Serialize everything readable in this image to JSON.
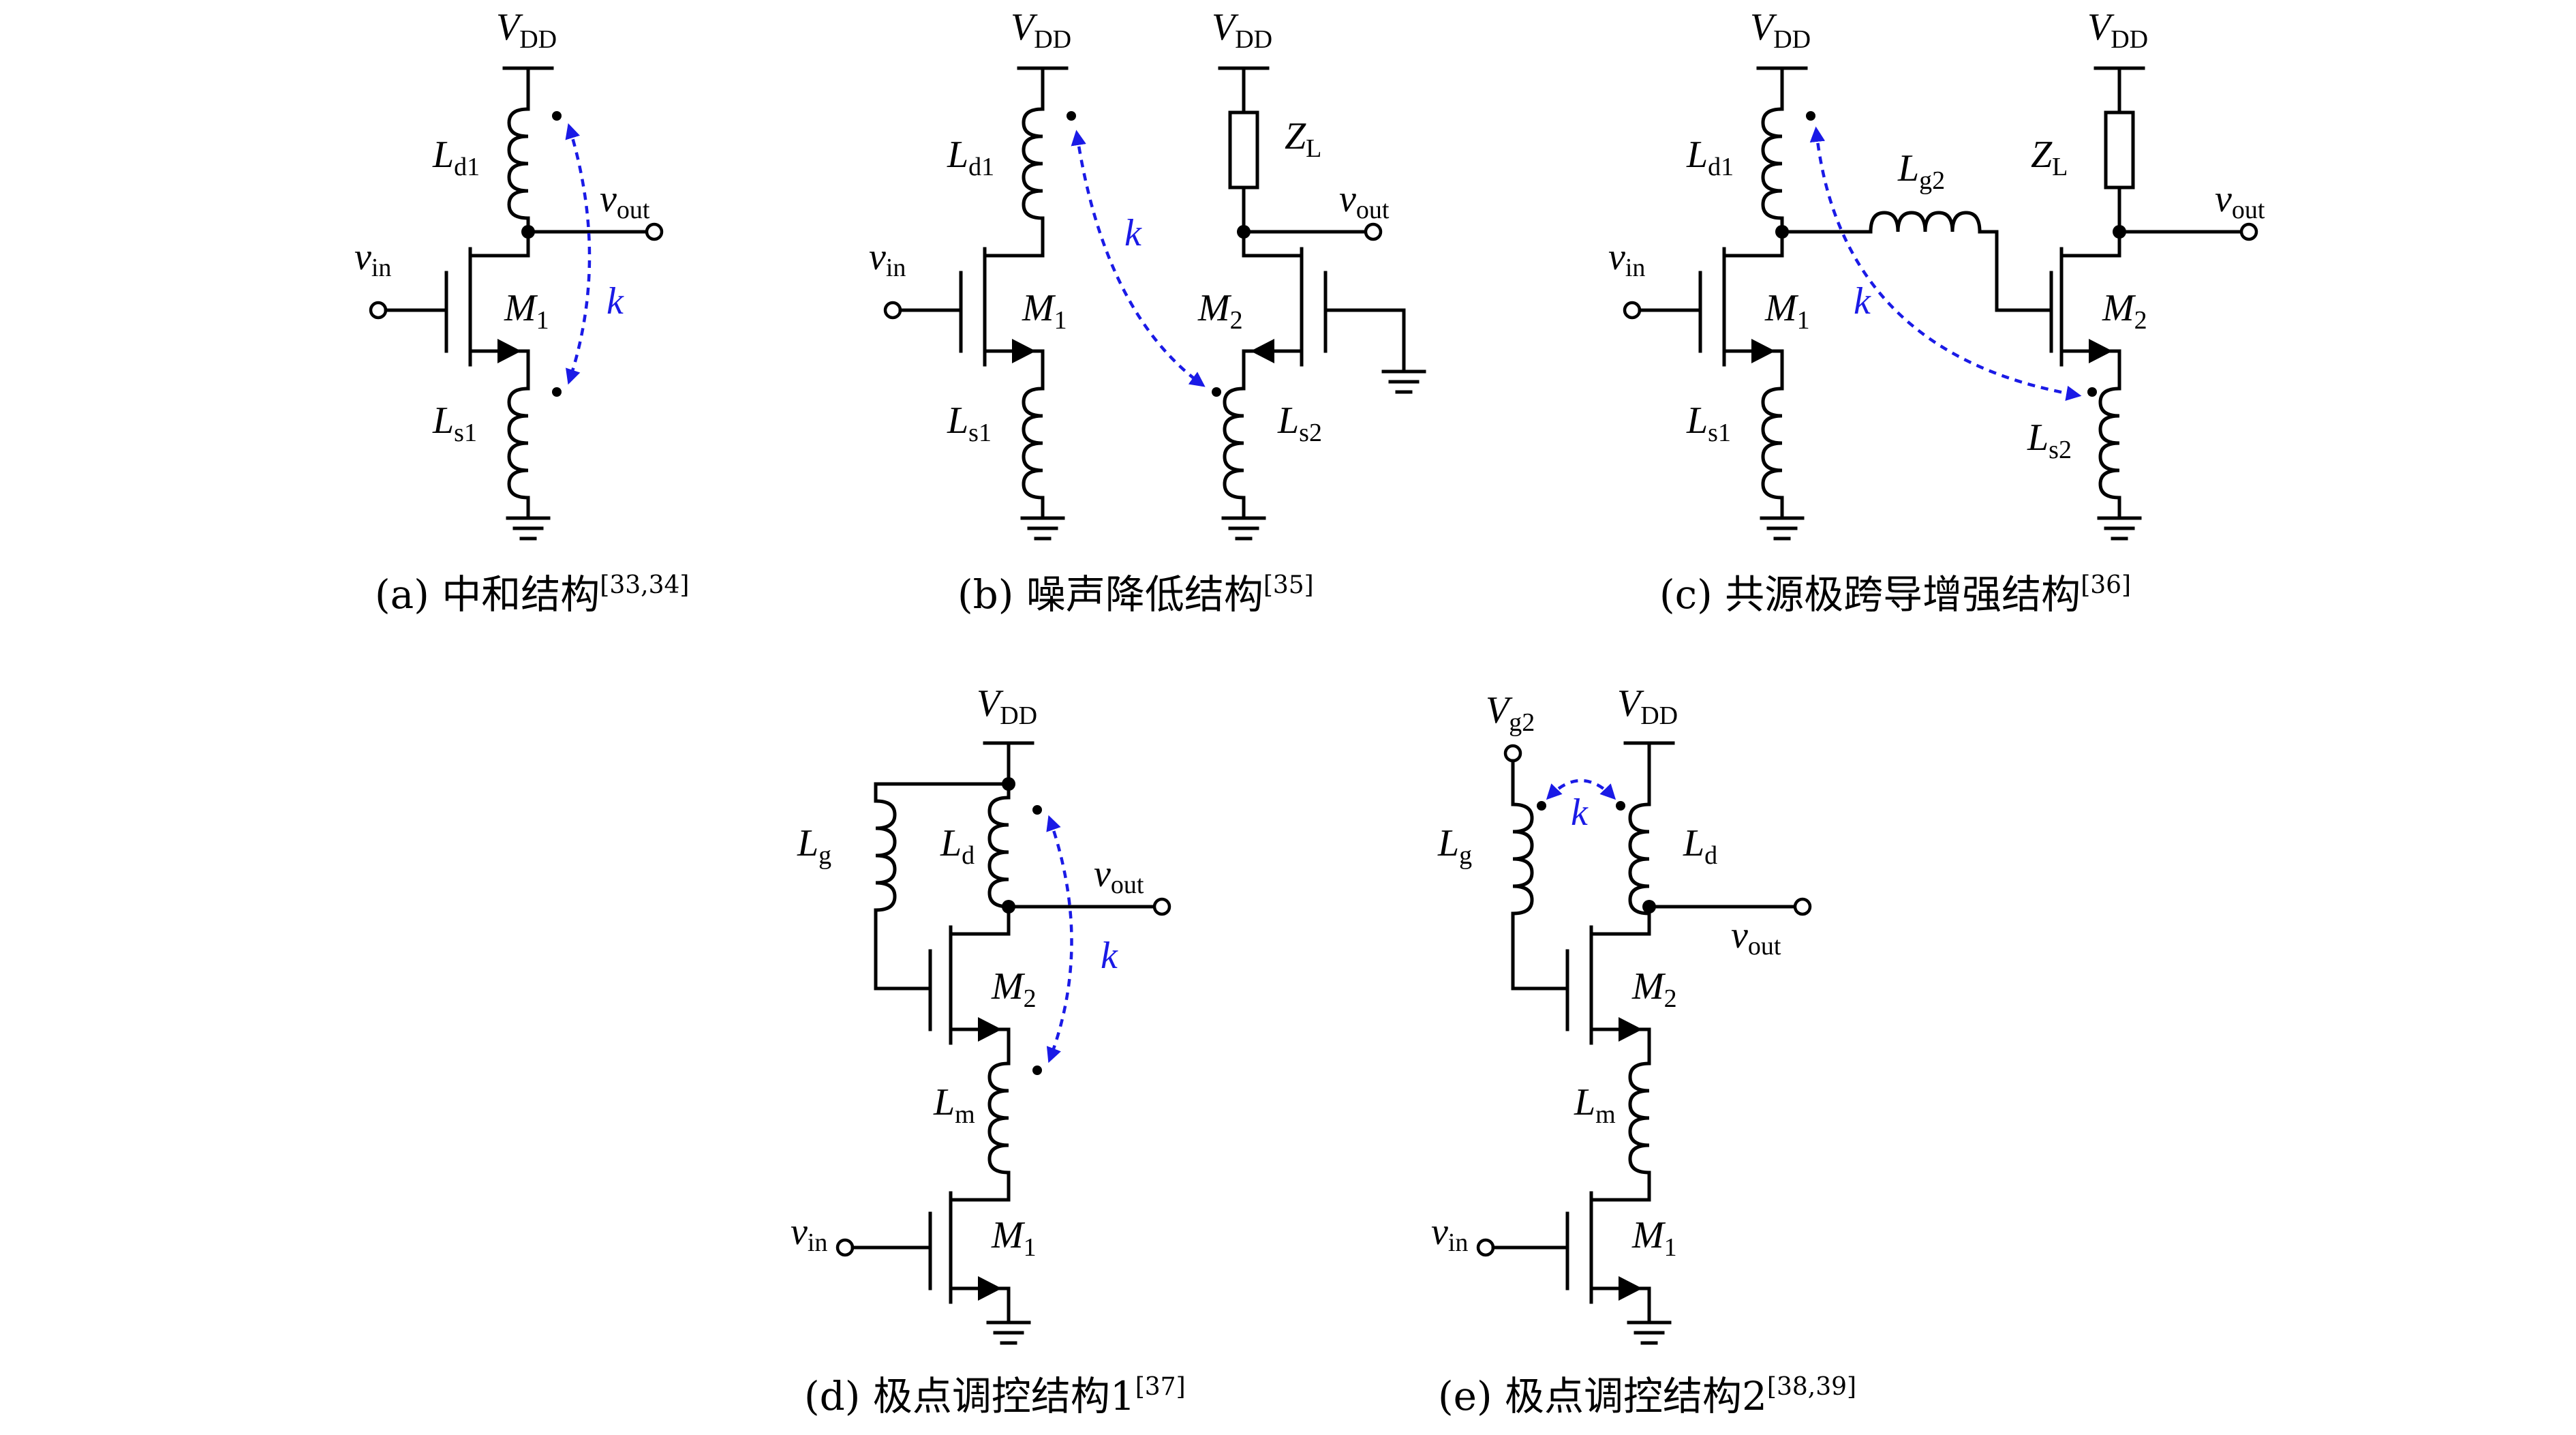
{
  "colors": {
    "wire": "#000000",
    "coupling": "#1a1ae6",
    "background": "#ffffff"
  },
  "captions": {
    "a": {
      "text": "(a) 中和结构",
      "ref": "[33,34]"
    },
    "b": {
      "text": "(b) 噪声降低结构",
      "ref": "[35]"
    },
    "c": {
      "text": "(c) 共源极跨导增强结构",
      "ref": "[36]"
    },
    "d": {
      "text": "(d) 极点调控结构1",
      "ref": "[37]"
    },
    "e": {
      "text": "(e) 极点调控结构2",
      "ref": "[38,39]"
    }
  },
  "labels": {
    "vdd": {
      "main": "V",
      "sub": "DD"
    },
    "vg2": {
      "main": "V",
      "sub": "g2"
    },
    "vin": {
      "main": "v",
      "sub": "in"
    },
    "vout": {
      "main": "v",
      "sub": "out"
    },
    "k": "k",
    "ld1": {
      "main": "L",
      "sub": "d1"
    },
    "ls1": {
      "main": "L",
      "sub": "s1"
    },
    "ls2": {
      "main": "L",
      "sub": "s2"
    },
    "lg2": {
      "main": "L",
      "sub": "g2"
    },
    "lg": {
      "main": "L",
      "sub": "g"
    },
    "ld": {
      "main": "L",
      "sub": "d"
    },
    "lm": {
      "main": "L",
      "sub": "m"
    },
    "zl": {
      "main": "Z",
      "sub": "L"
    },
    "m1": {
      "main": "M",
      "sub": "1"
    },
    "m2": {
      "main": "M",
      "sub": "2"
    }
  }
}
